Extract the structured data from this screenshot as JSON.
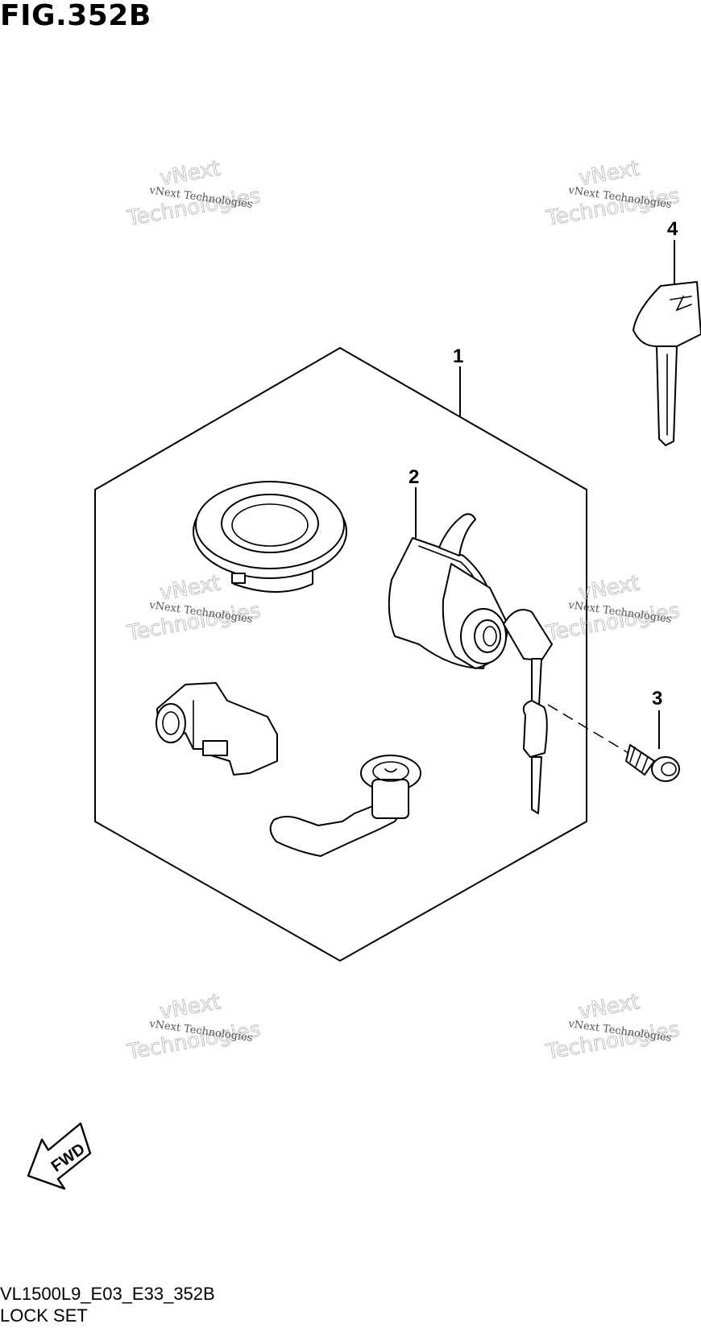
{
  "figure": {
    "title": "FIG.352B",
    "code": "VL1500L9_E03_E33_352B",
    "name": "LOCK SET"
  },
  "callouts": [
    {
      "label": "1"
    },
    {
      "label": "2"
    },
    {
      "label": "3"
    },
    {
      "label": "4"
    }
  ],
  "watermark": {
    "line_small": "vNext Technologies",
    "line_big_1": "vNext",
    "line_big_2": "Technologies"
  },
  "fwd_label": "FWD",
  "icons": [
    "fwd-arrow-icon"
  ]
}
